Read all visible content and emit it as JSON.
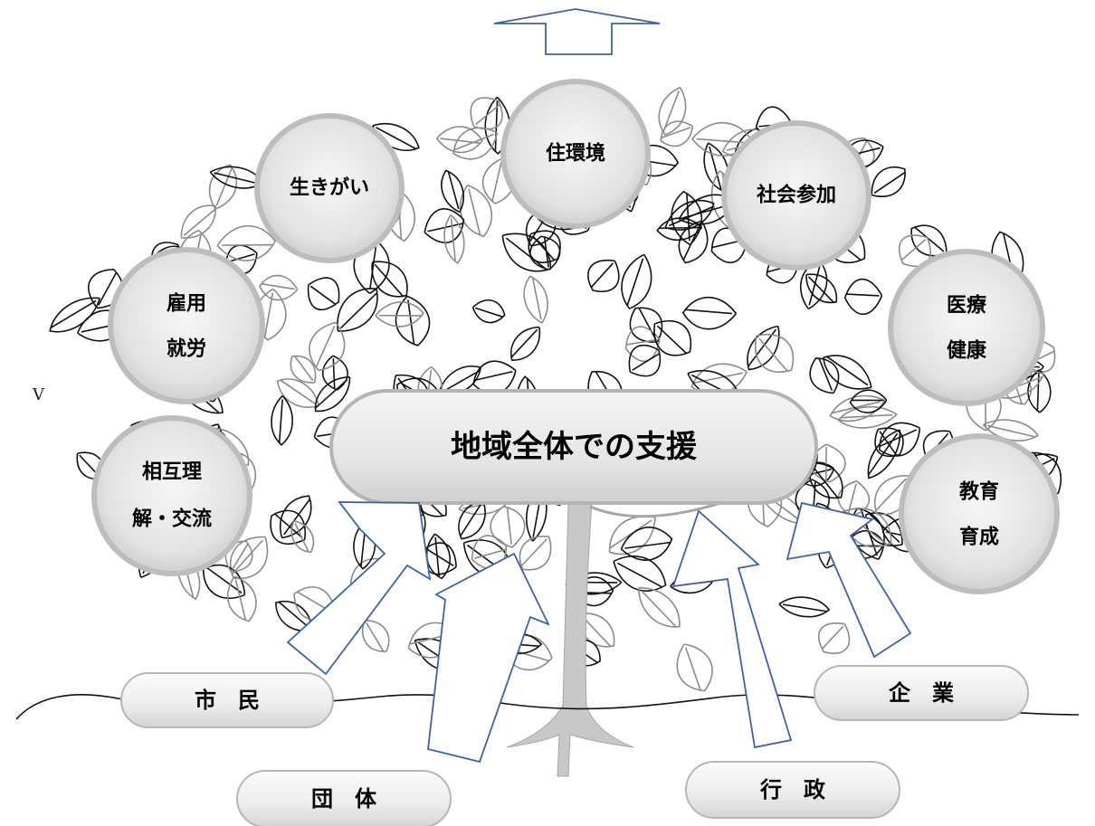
{
  "stray_mark": "V",
  "top_arrow": {
    "direction": "up"
  },
  "center": {
    "label": "地域全体での支援"
  },
  "circles": [
    {
      "id": "sumikankyo",
      "lines": [
        "住環境"
      ]
    },
    {
      "id": "ikigai",
      "lines": [
        "生きがい"
      ]
    },
    {
      "id": "shakai",
      "lines": [
        "社会参加"
      ]
    },
    {
      "id": "koyo",
      "lines": [
        "雇用",
        "就労"
      ]
    },
    {
      "id": "iryo",
      "lines": [
        "医療",
        "健康"
      ]
    },
    {
      "id": "sogo",
      "lines": [
        "相互理",
        "解・交流"
      ]
    },
    {
      "id": "kyoiku",
      "lines": [
        "教育",
        "育成"
      ]
    }
  ],
  "actors": [
    {
      "id": "shimin",
      "label": "市　民"
    },
    {
      "id": "kigyo",
      "label": "企　業"
    },
    {
      "id": "dantai",
      "label": "団　体"
    },
    {
      "id": "gyosei",
      "label": "行　政"
    }
  ],
  "colors": {
    "arrow_stroke": "#3f62a6",
    "circle_fill": "#e6e6e6",
    "circle_ring": "#bdbdbd",
    "trunk": "#c8c8c8"
  }
}
